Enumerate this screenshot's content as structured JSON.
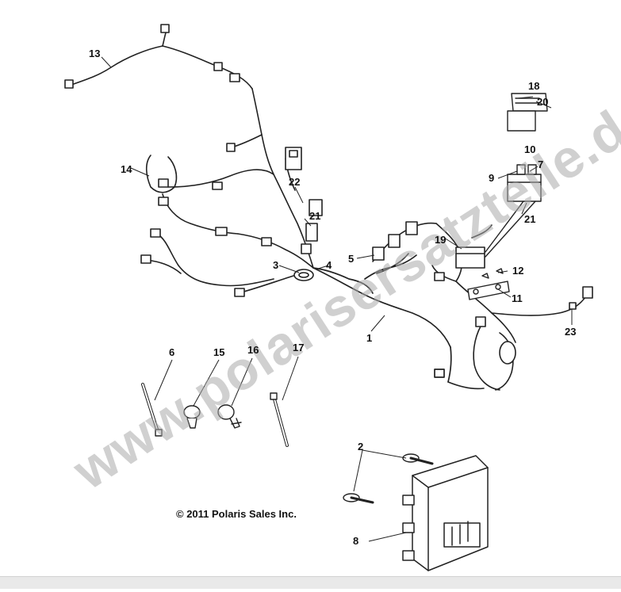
{
  "diagram": {
    "copyright": "© 2011 Polaris Sales Inc.",
    "watermark": "www.polarisersatzteile.de",
    "callouts": {
      "c1": "1",
      "c2": "2",
      "c3": "3",
      "c4": "4",
      "c5": "5",
      "c6": "6",
      "c7": "7",
      "c8": "8",
      "c9": "9",
      "c10": "10",
      "c11": "11",
      "c12": "12",
      "c13": "13",
      "c14": "14",
      "c15": "15",
      "c16": "16",
      "c17": "17",
      "c18": "18",
      "c19": "19",
      "c20": "20",
      "c21a": "21",
      "c21b": "21",
      "c22": "22",
      "c23": "23"
    }
  }
}
